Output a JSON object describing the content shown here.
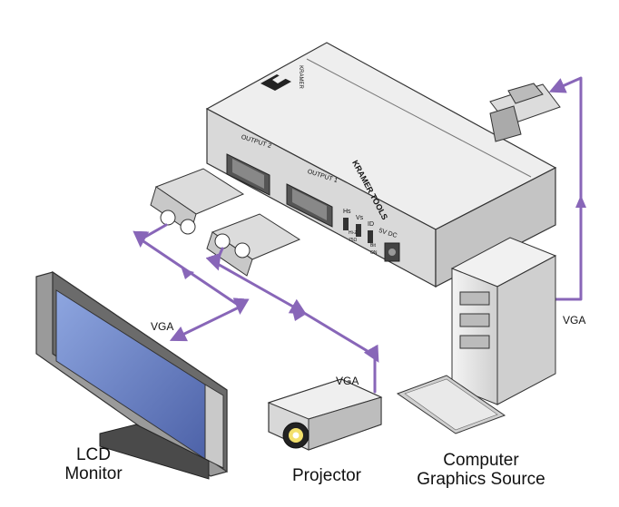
{
  "device": {
    "brand_text": "KRAMER TOOLS",
    "logo_text": "KRAMER",
    "output_1": "OUTPUT 1",
    "output_2": "OUTPUT 2",
    "switches": [
      "Hs",
      "Vs",
      "ID"
    ],
    "switch_sub": [
      "Hi-Z",
      "75Ω",
      "Bit",
      "ON"
    ],
    "power_label": "5V DC"
  },
  "cable_labels": {
    "monitor": "VGA",
    "projector": "VGA",
    "computer": "VGA"
  },
  "devices": {
    "lcd_line1": "LCD",
    "lcd_line2": "Monitor",
    "projector": "Projector",
    "computer_line1": "Computer",
    "computer_line2": "Graphics Source"
  },
  "colors": {
    "cable": "#8866b8",
    "device_body": "#e4e4e4",
    "screen": "#6e86c8",
    "outline": "#333333"
  },
  "icons": [
    "arrow-icon",
    "vga-connector-icon",
    "kramer-logo-icon"
  ]
}
